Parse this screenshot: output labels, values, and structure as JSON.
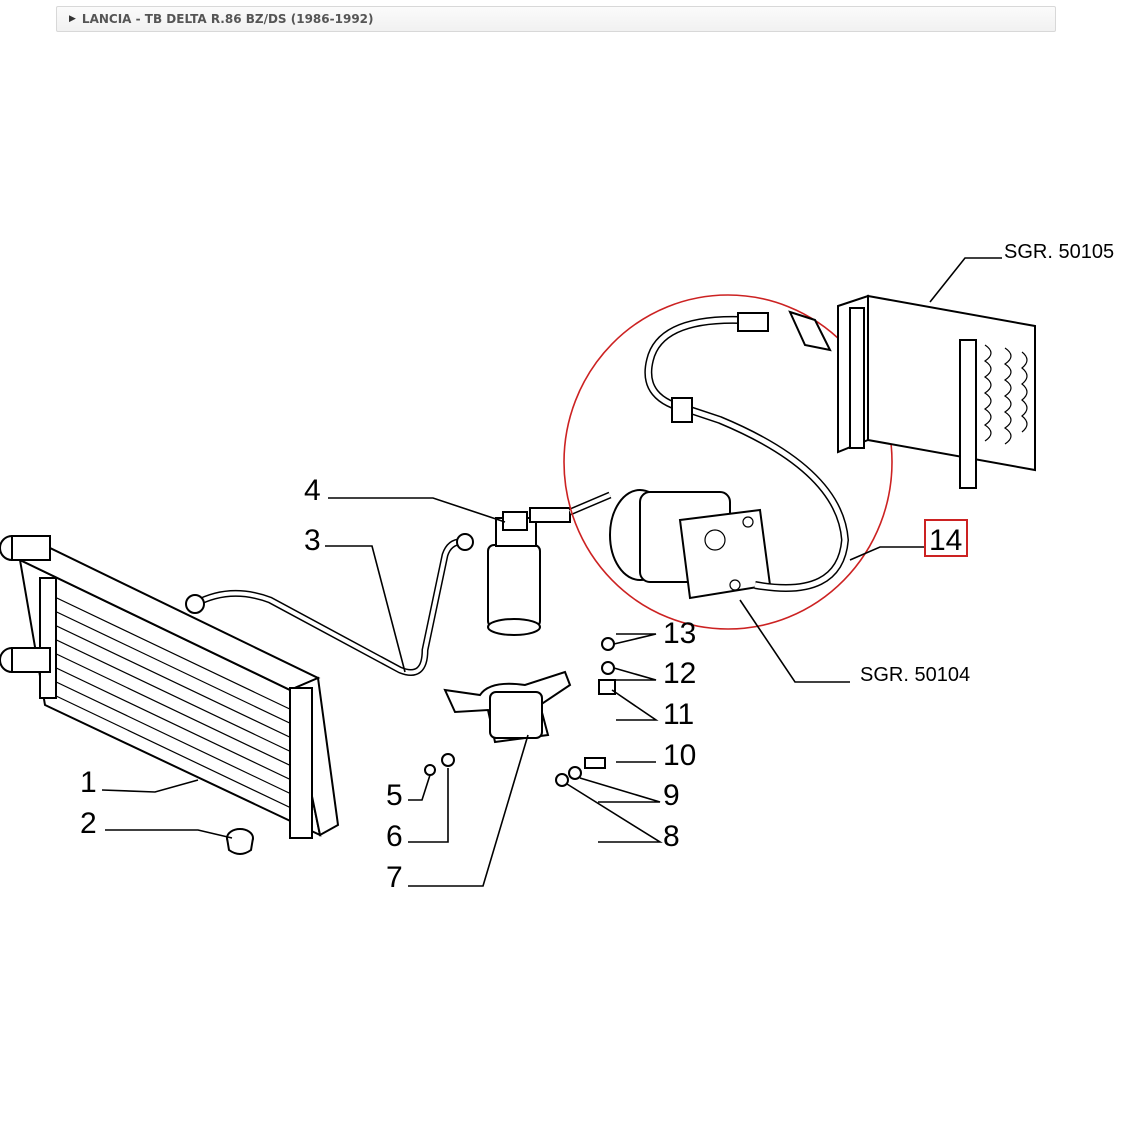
{
  "breadcrumb": {
    "text": "LANCIA - TB DELTA R.86 BZ/DS (1986-1992)",
    "arrow_icon": "caret-right-icon"
  },
  "callouts": {
    "c1": "1",
    "c2": "2",
    "c3": "3",
    "c4": "4",
    "c5": "5",
    "c6": "6",
    "c7": "7",
    "c8": "8",
    "c9": "9",
    "c10": "10",
    "c11": "11",
    "c12": "12",
    "c13": "13",
    "c14": "14",
    "sgr_50105": "SGR. 50105",
    "sgr_50104": "SGR. 50104"
  },
  "highlight": {
    "selected_part": "14",
    "color": "#cc2222"
  }
}
